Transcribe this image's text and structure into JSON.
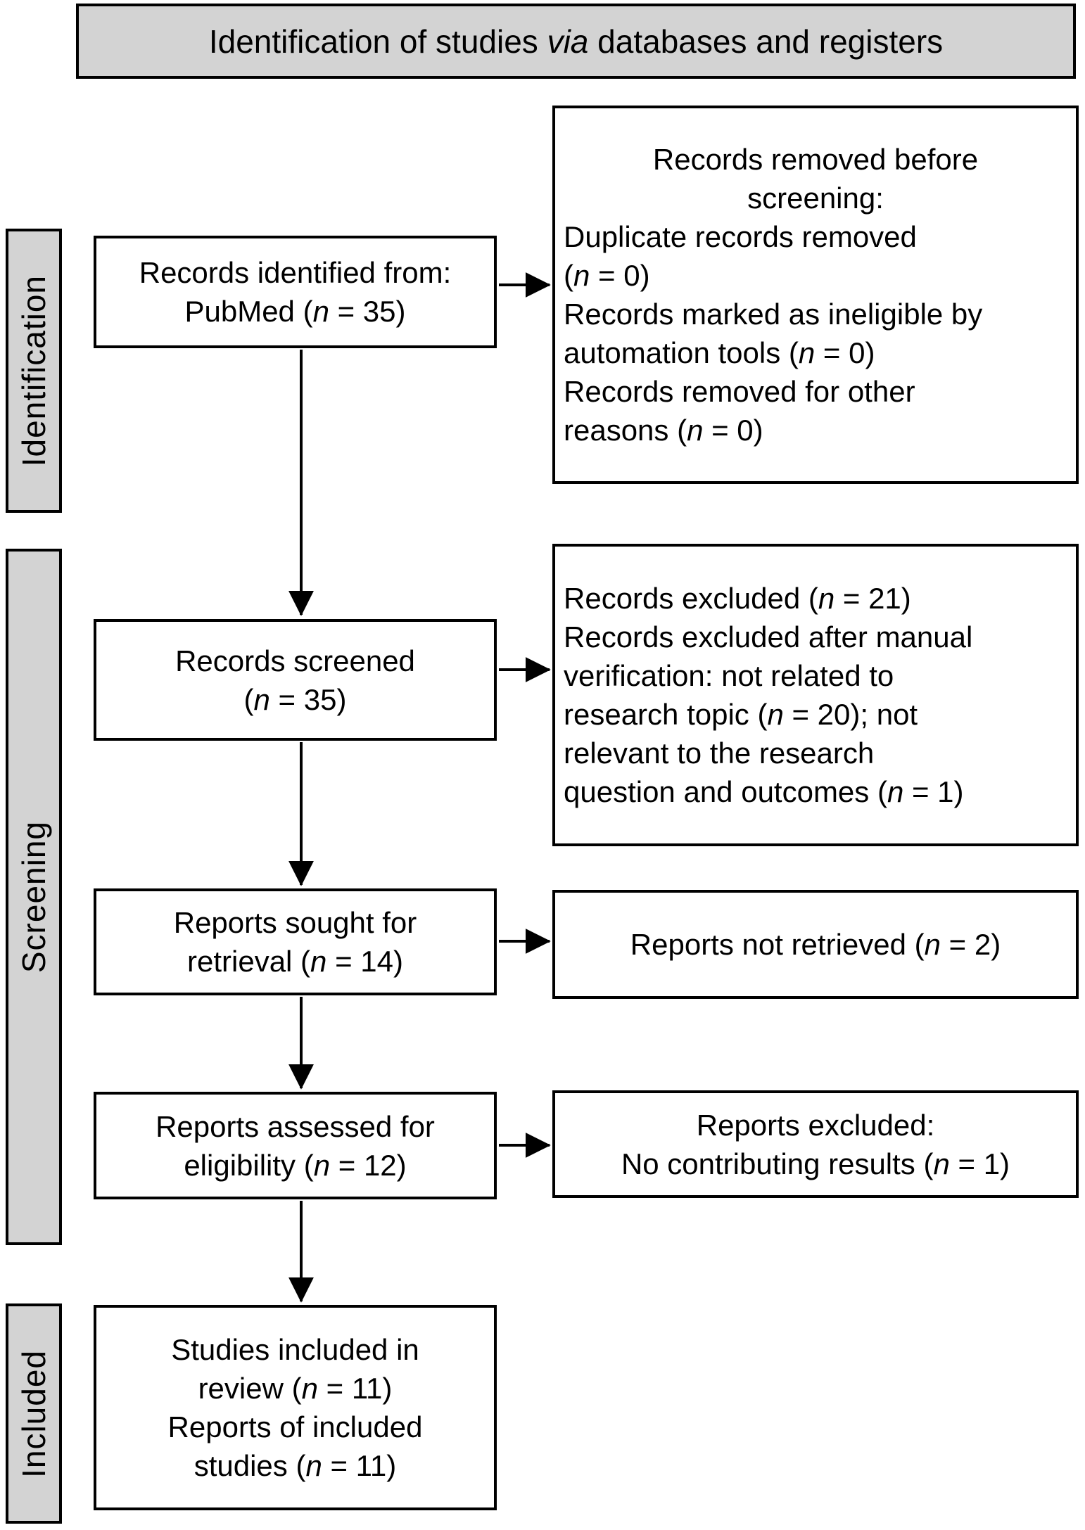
{
  "diagram": {
    "kind": "prisma-flow",
    "title": "Identification of studies via databases and registers",
    "stages": [
      {
        "label": "Identification"
      },
      {
        "label": "Screening"
      },
      {
        "label": "Included"
      }
    ],
    "main_boxes": [
      {
        "id": "records-identified",
        "text": "Records identified from:\nPubMed (n = 35)"
      },
      {
        "id": "records-screened",
        "text": "Records screened\n(n = 35)"
      },
      {
        "id": "reports-sought",
        "text": "Reports sought for\nretrieval (n = 14)"
      },
      {
        "id": "reports-assessed",
        "text": "Reports assessed for\neligibility (n = 12)"
      },
      {
        "id": "studies-included",
        "text": "Studies included in\nreview (n = 11)\nReports of included\nstudies (n = 11)"
      }
    ],
    "side_boxes": [
      {
        "id": "records-removed",
        "heading": "Records removed before\nscreening:",
        "body": "Duplicate records removed\n(n = 0)\nRecords marked as ineligible by\nautomation tools (n = 0)\nRecords removed for other\nreasons (n = 0)"
      },
      {
        "id": "records-excluded",
        "heading": "",
        "body": "Records excluded (n = 21)\nRecords excluded after manual\nverification: not related to\nresearch topic (n = 20); not\nrelevant to the research\nquestion and outcomes (n = 1)"
      },
      {
        "id": "reports-not-retrieved",
        "heading": "",
        "body": "Reports not retrieved (n = 2)"
      },
      {
        "id": "reports-excluded",
        "heading": "",
        "body": "Reports excluded:\nNo contributing results (n = 1)"
      }
    ],
    "colors": {
      "stage_fill": "#d3d3d3",
      "box_fill": "#ffffff",
      "border": "#000000",
      "text": "#000000"
    }
  }
}
